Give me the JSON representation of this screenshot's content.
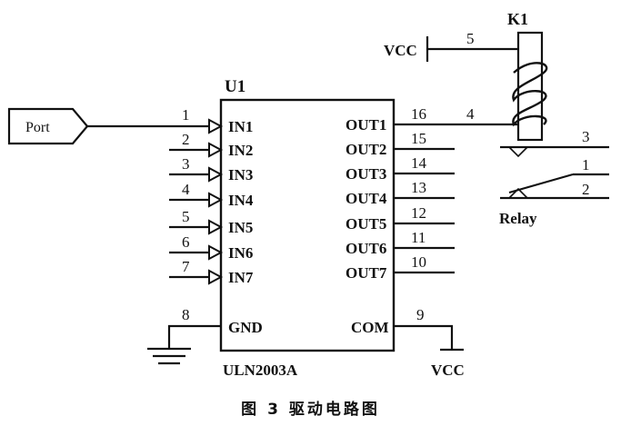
{
  "chip": {
    "ref": "U1",
    "part": "ULN2003A",
    "inputs": [
      {
        "pin": "1",
        "name": "IN1"
      },
      {
        "pin": "2",
        "name": "IN2"
      },
      {
        "pin": "3",
        "name": "IN3"
      },
      {
        "pin": "4",
        "name": "IN4"
      },
      {
        "pin": "5",
        "name": "IN5"
      },
      {
        "pin": "6",
        "name": "IN6"
      },
      {
        "pin": "7",
        "name": "IN7"
      }
    ],
    "outputs": [
      {
        "pin": "16",
        "name": "OUT1"
      },
      {
        "pin": "15",
        "name": "OUT2"
      },
      {
        "pin": "14",
        "name": "OUT3"
      },
      {
        "pin": "13",
        "name": "OUT4"
      },
      {
        "pin": "12",
        "name": "OUT5"
      },
      {
        "pin": "11",
        "name": "OUT6"
      },
      {
        "pin": "10",
        "name": "OUT7"
      }
    ],
    "gnd": {
      "pin": "8",
      "name": "GND"
    },
    "com": {
      "pin": "9",
      "name": "COM"
    }
  },
  "port": {
    "label": "Port"
  },
  "relay": {
    "ref": "K1",
    "label": "Relay",
    "coil_pin_top": "5",
    "coil_pin_bottom": "4",
    "contact_pins": [
      "3",
      "1",
      "2"
    ]
  },
  "supply": {
    "top": "VCC",
    "bottom": "VCC"
  },
  "caption": "图 3   驱动电路图"
}
